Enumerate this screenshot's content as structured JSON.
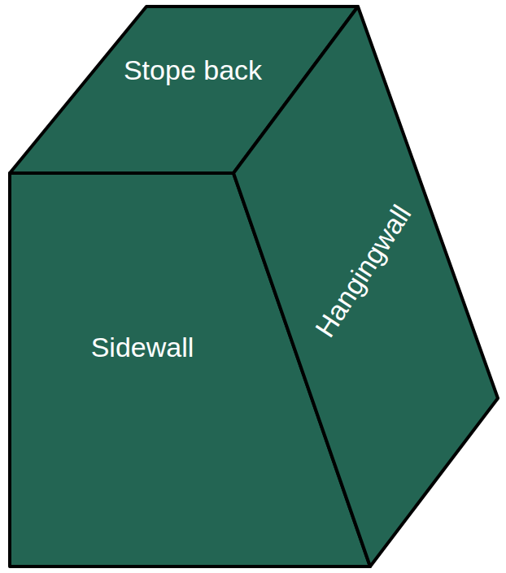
{
  "diagram": {
    "nodes": [
      {
        "text": [
          "Stope back"
        ]
      },
      {
        "text": [
          "Sidewall"
        ]
      },
      {
        "text": [
          "Hangingwall"
        ]
      }
    ]
  }
}
